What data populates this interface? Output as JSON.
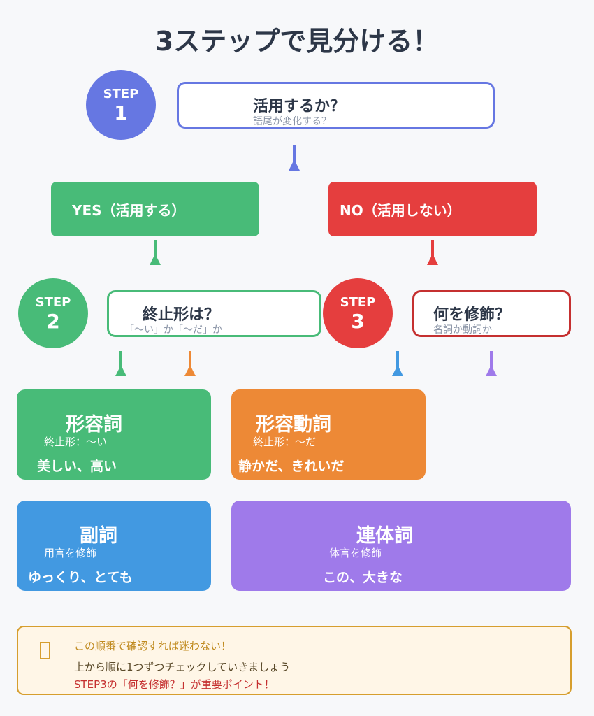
{
  "title": "3ステップで見分ける！",
  "step1": {
    "label": "STEP",
    "num": "1",
    "question": "活用するか？",
    "hint": "語尾が変化する？"
  },
  "yes": "YES（活用する）",
  "no": "NO（活用しない）",
  "step2": {
    "label": "STEP",
    "num": "2",
    "question": "終止形は？",
    "hint": "「〜い」か「〜だ」か"
  },
  "step3": {
    "label": "STEP",
    "num": "3",
    "question": "何を修飾？",
    "hint": "名詞か動詞か"
  },
  "cards": [
    {
      "title": "形容詞",
      "desc": "終止形：〜い",
      "example": "美しい、高い"
    },
    {
      "title": "形容動詞",
      "desc": "終止形：〜だ",
      "example": "静かだ、きれいだ"
    },
    {
      "title": "副詞",
      "desc": "用言を修飾",
      "example": "ゆっくり、とても"
    },
    {
      "title": "連体詞",
      "desc": "体言を修飾",
      "example": "この、大きな"
    }
  ],
  "tip": {
    "icon": "lightbulb-icon",
    "line1": "この順番で確認すれば迷わない！",
    "line2": "上から順に1つずつチェックしていきましょう",
    "line3": "STEP3の「何を修飾？」が重要ポイント！"
  },
  "colors": {
    "step1": "#6677e2",
    "green": "#48bb78",
    "red": "#e53e3e",
    "orange": "#ed8936",
    "blue": "#4299e1",
    "purple": "#9f7aea"
  }
}
